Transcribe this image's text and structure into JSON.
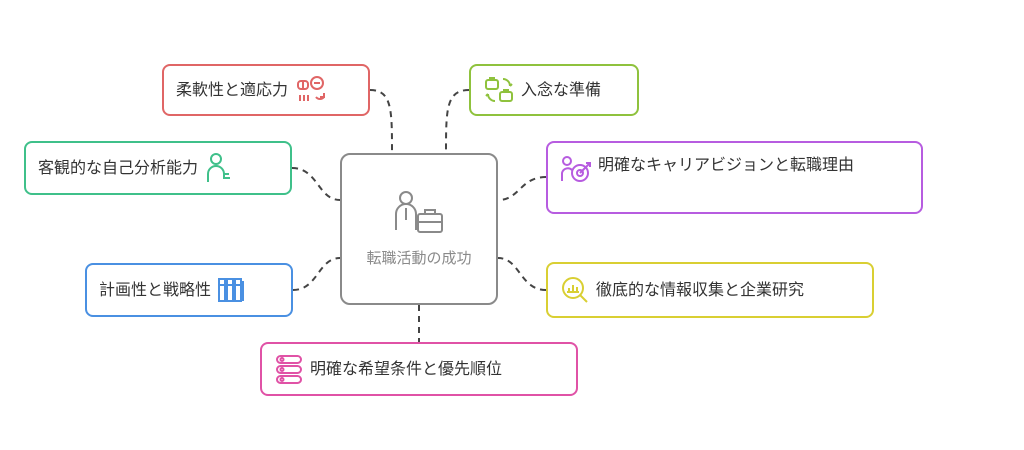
{
  "center": {
    "title": "転職活動の成功",
    "color": "#8a8a8a",
    "icon": "person-briefcase-icon"
  },
  "nodes": {
    "flexibility": {
      "label": "柔軟性と適応力",
      "color": "#e06666",
      "icon": "adapt-icon"
    },
    "preparation": {
      "label": "入念な準備",
      "color": "#8fc23d",
      "icon": "briefcase-swap-icon"
    },
    "self_analysis": {
      "label": "客観的な自己分析能力",
      "color": "#3fc08a",
      "icon": "person-think-icon"
    },
    "career_vision": {
      "label": "明確なキャリアビジョンと転職理由",
      "color": "#b75ce0",
      "icon": "target-icon"
    },
    "planning": {
      "label": "計画性と戦略性",
      "color": "#4a90e2",
      "icon": "books-icon"
    },
    "research": {
      "label": "徹底的な情報収集と企業研究",
      "color": "#d9cf33",
      "icon": "magnify-chart-icon"
    },
    "conditions": {
      "label": "明確な希望条件と優先順位",
      "color": "#e052a6",
      "icon": "list-toggle-icon"
    }
  }
}
